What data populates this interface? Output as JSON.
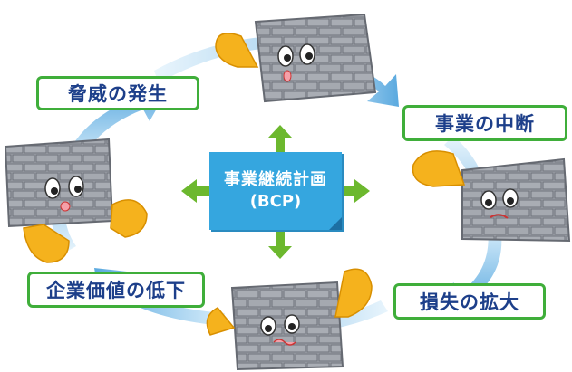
{
  "center": {
    "line1": "事業継続計画",
    "line2": "(BCP)"
  },
  "stages": [
    {
      "id": "threat",
      "label": "脅威の発生"
    },
    {
      "id": "interrupt",
      "label": "事業の中断"
    },
    {
      "id": "loss",
      "label": "損失の拡大"
    },
    {
      "id": "devalue",
      "label": "企業価値の低下"
    }
  ],
  "colors": {
    "cycle_arrow": "#6fb6e3",
    "cycle_arrow_light": "#d9eefb",
    "label_border": "#3fae3a",
    "label_text": "#1d3f8a",
    "center_fill": "#35a6df",
    "center_arrows": "#6cb82e",
    "character_stone": "#9a9ea6",
    "character_hand": "#f5b21d"
  },
  "icons": [
    "stone-wall-character-icon",
    "hand-icon",
    "green-arrow-icon",
    "cycle-arrow-icon"
  ]
}
